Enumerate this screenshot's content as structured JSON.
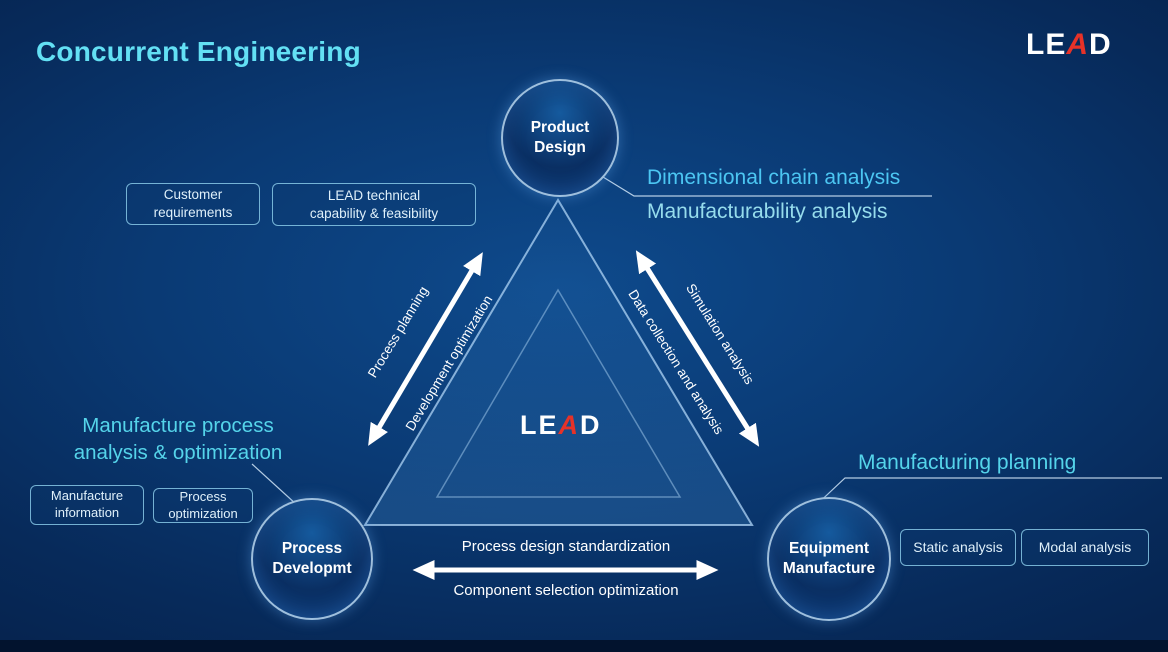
{
  "colors": {
    "background_center": "#0e4a8c",
    "background_edge": "#062450",
    "accent_cyan": "#55d4ea",
    "heading_blue": "#4cc6f2",
    "logo_red": "#e63228",
    "white": "#ffffff",
    "box_border": "#8fd2ee",
    "bottom_bar": "#02132e"
  },
  "title": "Concurrent Engineering",
  "logo": {
    "l": "LE",
    "a": "A",
    "d": "D"
  },
  "center_logo": {
    "l": "LE",
    "a": "A",
    "d": "D"
  },
  "nodes": {
    "product_design": {
      "line1": "Product",
      "line2": "Design"
    },
    "process_development": {
      "line1": "Process",
      "line2": "Developmt"
    },
    "equipment_manufacture": {
      "line1": "Equipment",
      "line2": "Manufacture"
    }
  },
  "edge_labels": {
    "left_outer": "Process planning",
    "left_inner": "Development optimization",
    "right_outer": "Simulation analysis",
    "right_inner": "Data collection and analysis",
    "bottom_top": "Process design standardization",
    "bottom_bottom": "Component selection optimization"
  },
  "callouts": {
    "product": {
      "line1": "Dimensional chain analysis",
      "line2": "Manufacturability analysis"
    },
    "process": {
      "line1": "Manufacture process",
      "line2": "analysis & optimization"
    },
    "equipment": "Manufacturing planning"
  },
  "boxes": {
    "customer_requirements": {
      "line1": "Customer",
      "line2": "requirements"
    },
    "lead_capability": {
      "line1": "LEAD technical",
      "line2": "capability & feasibility"
    },
    "manufacture_information": {
      "line1": "Manufacture",
      "line2": "information"
    },
    "process_optimization": {
      "line1": "Process",
      "line2": "optimization"
    },
    "static_analysis": "Static analysis",
    "modal_analysis": "Modal analysis"
  }
}
